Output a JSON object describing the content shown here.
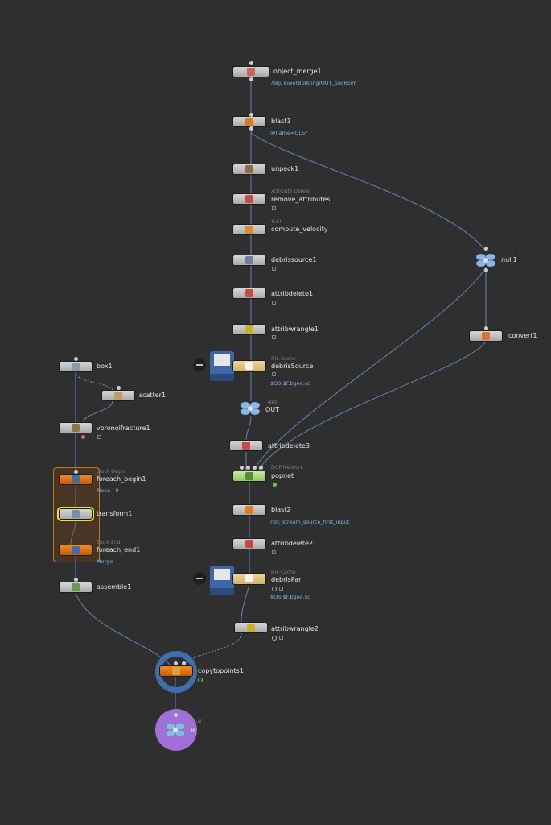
{
  "nodes": {
    "object_merge1": {
      "label": "object_merge1",
      "param": "/obj/TowerBuilding/OUT_packSim"
    },
    "blast1": {
      "label": "blast1",
      "param": "@name=GLS*"
    },
    "unpack1": {
      "label": "unpack1"
    },
    "remove_attributes": {
      "label": "remove_attributes",
      "type": "Attribute Delete"
    },
    "compute_velocity": {
      "label": "compute_velocity",
      "type": "Trail"
    },
    "debrissource1": {
      "label": "debrissource1"
    },
    "attribdelete1": {
      "label": "attribdelete1"
    },
    "attribwrangle1": {
      "label": "attribwrangle1"
    },
    "debrisSource": {
      "label": "debrisSource",
      "type": "File Cache",
      "param": "$OS.$F.bgeo.sc"
    },
    "OUT": {
      "label": "OUT",
      "type": "Null"
    },
    "attribdelete3": {
      "label": "attribdelete3"
    },
    "popnet": {
      "label": "popnet",
      "type": "DOP Network"
    },
    "blast2": {
      "label": "blast2",
      "param": "not: stream_source_first_input"
    },
    "attribdelete2": {
      "label": "attribdelete2"
    },
    "debrisPar": {
      "label": "debrisPar",
      "type": "File Cache",
      "param": "$OS.$F.bgeo.sc"
    },
    "attribwrangle2": {
      "label": "attribwrangle2"
    },
    "null1": {
      "label": "null1"
    },
    "convert1": {
      "label": "convert1"
    },
    "box1": {
      "label": "box1"
    },
    "scatter1": {
      "label": "scatter1"
    },
    "voronoifracture1": {
      "label": "voronoifracture1"
    },
    "foreach_begin1": {
      "label": "foreach_begin1",
      "type": "Block Begin",
      "param": "Piece : 9"
    },
    "transform1": {
      "label": "transform1"
    },
    "foreach_end1": {
      "label": "foreach_end1",
      "type": "Block End",
      "param": "Merge"
    },
    "assemble1": {
      "label": "assemble1"
    },
    "copytopoints1": {
      "label": "copytopoints1"
    },
    "null_out": {
      "label": "R",
      "type": "Null"
    }
  },
  "colors": {
    "background": "#2f2f2f",
    "wire": "#5d87b8",
    "param": "#7eb4e6",
    "block": "#c07a1e",
    "copy_ring": "#3d6fb0",
    "null_ring": "#a070d6"
  },
  "icons": [
    "object-merge-icon",
    "blast-icon",
    "unpack-icon",
    "attribute-delete-icon",
    "trail-icon",
    "debris-icon",
    "wrangle-icon",
    "file-cache-icon",
    "null-icon",
    "dop-network-icon",
    "convert-icon",
    "box-icon",
    "scatter-icon",
    "voronoi-icon",
    "foreach-icon",
    "transform-icon",
    "assemble-icon",
    "copy-to-points-icon"
  ]
}
